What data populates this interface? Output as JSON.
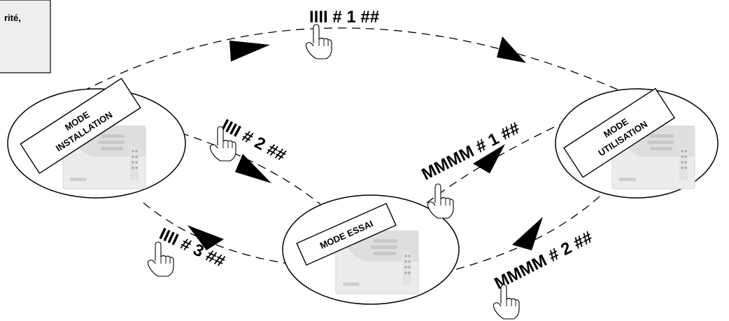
{
  "note": {
    "text": "rité,"
  },
  "modes": {
    "installation": {
      "line1": "MODE",
      "line2": "INSTALLATION"
    },
    "essai": {
      "line1": "MODE ESSAI"
    },
    "utilisation": {
      "line1": "MODE",
      "line2": "UTILISATION"
    }
  },
  "codes": {
    "top": "IIII  #  1  ##",
    "inst_to_essai": "IIII  #  2  ##",
    "essai_to_inst": "IIII  #  3  ##",
    "essai_to_util": "MMMM  #  1  ##",
    "util_to_essai": "MMMM  #  2  ##"
  }
}
